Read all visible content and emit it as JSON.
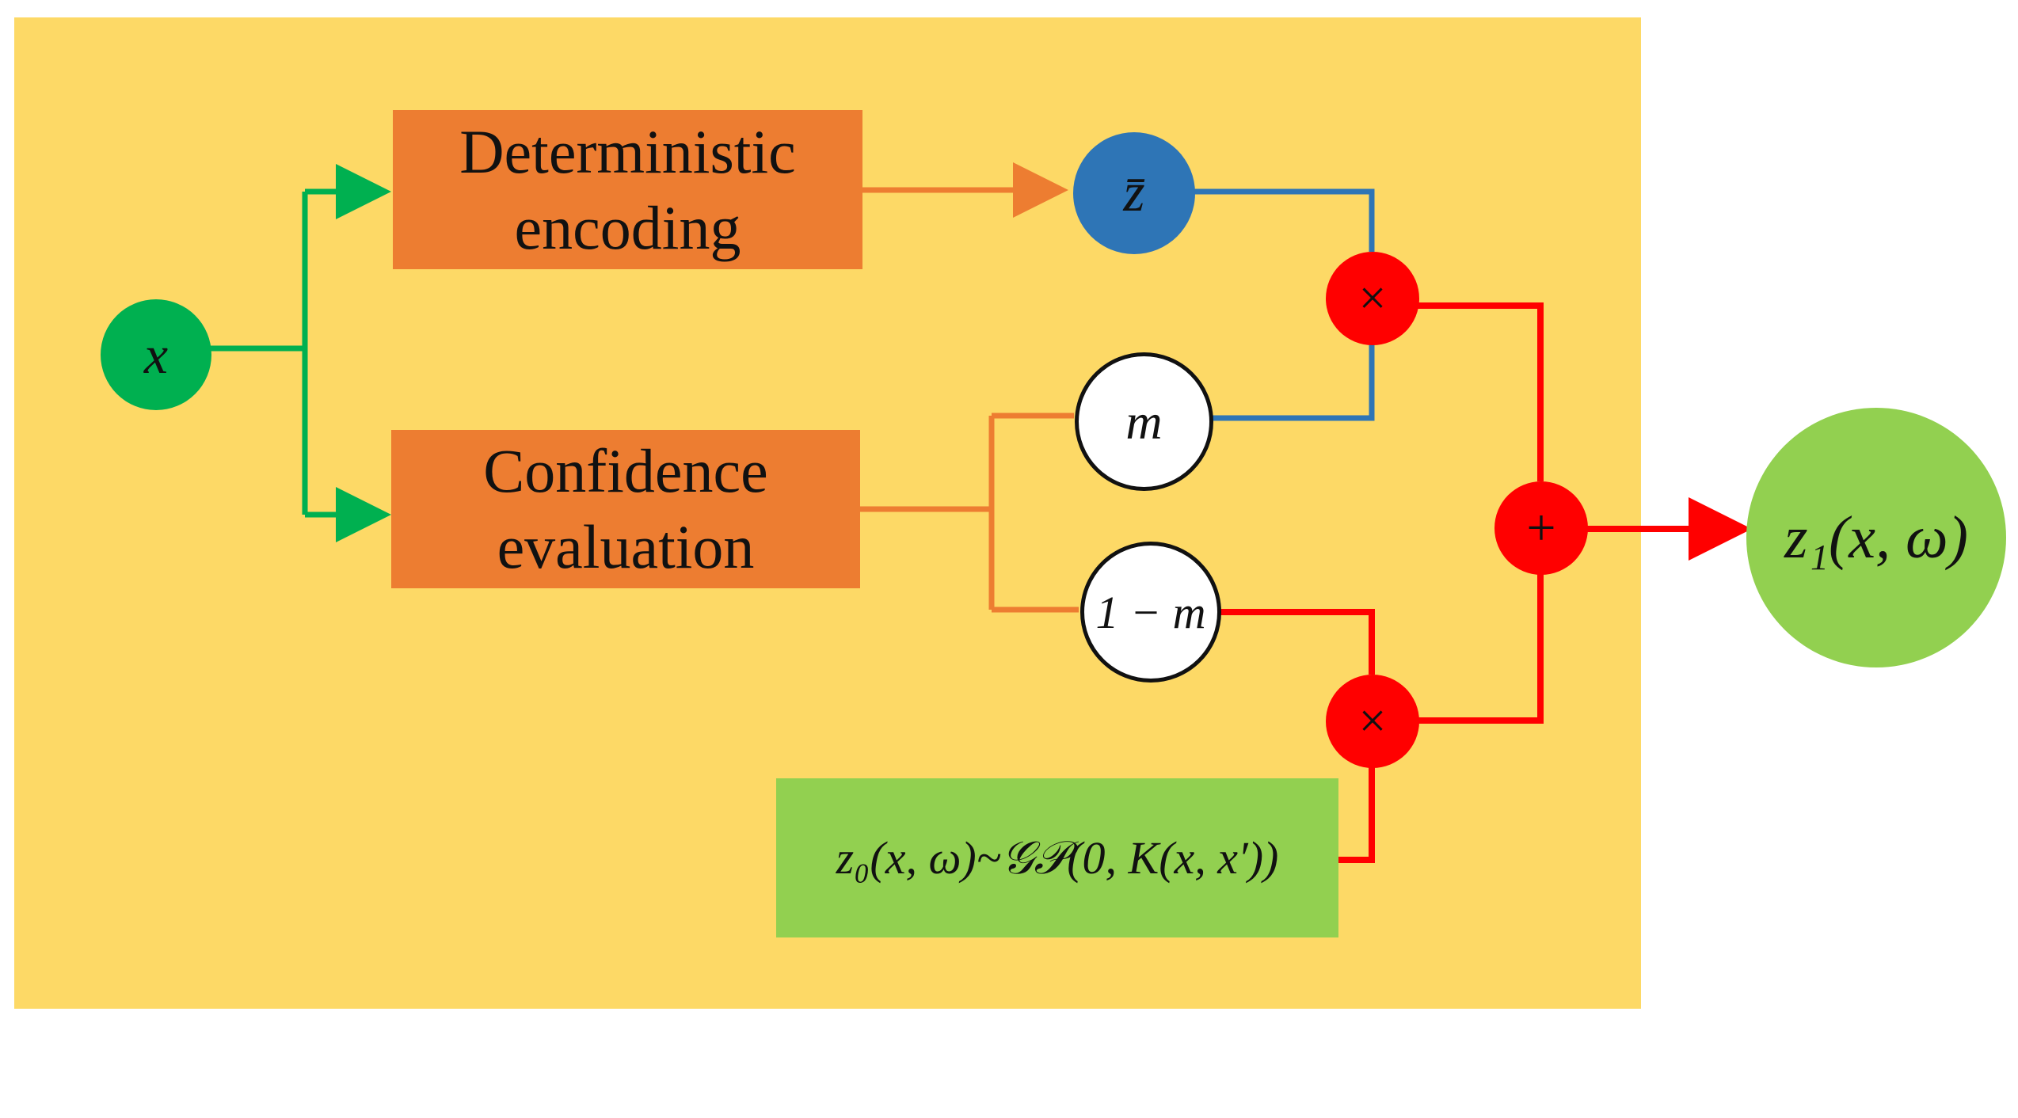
{
  "diagram": {
    "boxes": {
      "deterministic": {
        "line1": "Deterministic",
        "line2": "encoding"
      },
      "confidence": {
        "line1": "Confidence",
        "line2": "evaluation"
      },
      "prior": {
        "label": "z₀(x, ω)~𝒢𝒫(0, K(x, x′))"
      }
    },
    "nodes": {
      "input": "x",
      "zbar": "z̄",
      "mask": "m",
      "one_minus_mask": "1 − m",
      "multiply_top": "×",
      "multiply_bottom": "×",
      "add": "+",
      "output": "z₁(x, ω)"
    },
    "colors": {
      "panel": "#fdd966",
      "orange": "#ed7d31",
      "green_light": "#92d050",
      "green_dark": "#00b050",
      "blue": "#2e75b6",
      "red": "#ff0000",
      "white": "#ffffff"
    }
  }
}
